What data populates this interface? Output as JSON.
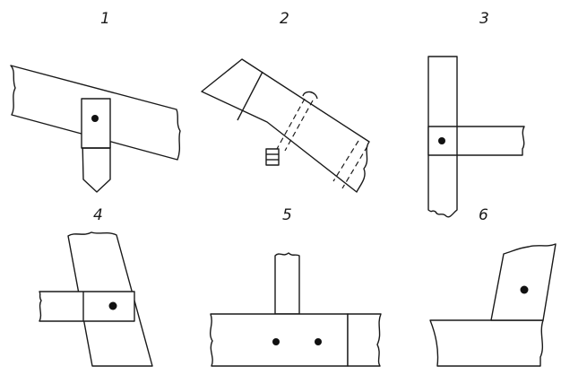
{
  "figures": [
    {
      "id": "1",
      "label": "1"
    },
    {
      "id": "2",
      "label": "2"
    },
    {
      "id": "3",
      "label": "3"
    },
    {
      "id": "4",
      "label": "4"
    },
    {
      "id": "5",
      "label": "5"
    },
    {
      "id": "6",
      "label": "6"
    }
  ],
  "colors": {
    "stroke": "#1a1a1a",
    "background": "#ffffff"
  }
}
